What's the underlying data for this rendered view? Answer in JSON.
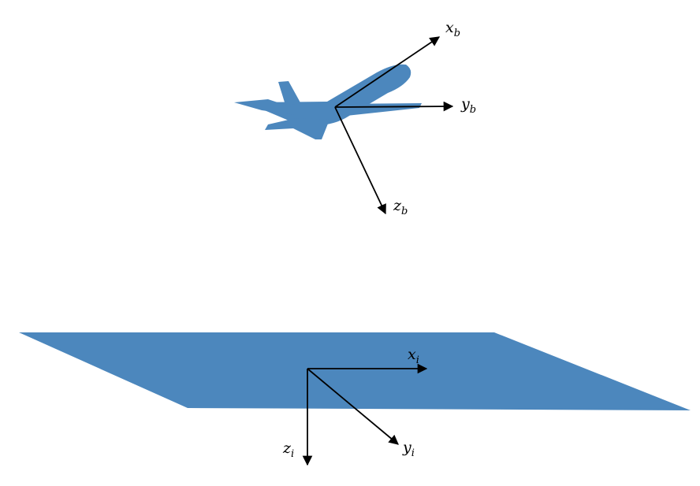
{
  "colors": {
    "body_fill": "#4c87bd",
    "axis_stroke": "#000000",
    "background": "#ffffff"
  },
  "body_frame": {
    "x": {
      "base": "x",
      "sub": "b"
    },
    "y": {
      "base": "y",
      "sub": "b"
    },
    "z": {
      "base": "z",
      "sub": "b"
    }
  },
  "inertial_frame": {
    "x": {
      "base": "x",
      "sub": "i"
    },
    "y": {
      "base": "y",
      "sub": "i"
    },
    "z": {
      "base": "z",
      "sub": "i"
    }
  }
}
